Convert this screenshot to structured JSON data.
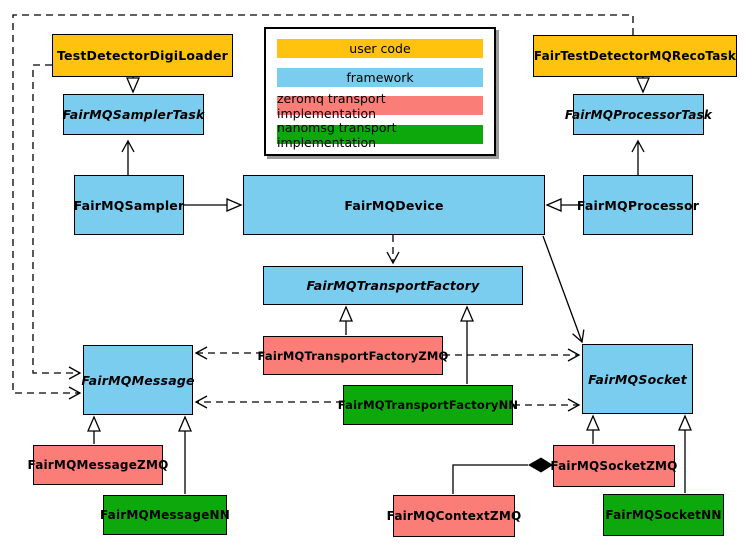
{
  "legend": {
    "items": [
      {
        "label": "user code",
        "color": "#ffc20e"
      },
      {
        "label": "framework",
        "color": "#7bcdf0"
      },
      {
        "label": "zeromq transport implementation",
        "color": "#fa7d78"
      },
      {
        "label": "nanomsg transport implementation",
        "color": "#0ca80c"
      }
    ]
  },
  "colors": {
    "user_code": "#ffc20e",
    "framework": "#7bcdf0",
    "zeromq": "#fa7d78",
    "nanomsg": "#0ca80c",
    "border": "#000000"
  },
  "nodes": {
    "testDetectorDigiLoader": {
      "label": "TestDetectorDigiLoader",
      "category": "user code"
    },
    "fairTestDetectorMQRecoTask": {
      "label": "FairTestDetectorMQRecoTask",
      "category": "user code"
    },
    "fairMQSamplerTask": {
      "label": "FairMQSamplerTask",
      "category": "framework",
      "abstract": true
    },
    "fairMQProcessorTask": {
      "label": "FairMQProcessorTask",
      "category": "framework",
      "abstract": true
    },
    "fairMQSampler": {
      "label": "FairMQSampler",
      "category": "framework"
    },
    "fairMQDevice": {
      "label": "FairMQDevice",
      "category": "framework"
    },
    "fairMQProcessor": {
      "label": "FairMQProcessor",
      "category": "framework"
    },
    "fairMQTransportFactory": {
      "label": "FairMQTransportFactory",
      "category": "framework",
      "abstract": true
    },
    "fairMQTransportFactoryZMQ": {
      "label": "FairMQTransportFactoryZMQ",
      "category": "zeromq"
    },
    "fairMQTransportFactoryNN": {
      "label": "FairMQTransportFactoryNN",
      "category": "nanomsg"
    },
    "fairMQMessage": {
      "label": "FairMQMessage",
      "category": "framework",
      "abstract": true
    },
    "fairMQSocket": {
      "label": "FairMQSocket",
      "category": "framework",
      "abstract": true
    },
    "fairMQMessageZMQ": {
      "label": "FairMQMessageZMQ",
      "category": "zeromq"
    },
    "fairMQMessageNN": {
      "label": "FairMQMessageNN",
      "category": "nanomsg"
    },
    "fairMQSocketZMQ": {
      "label": "FairMQSocketZMQ",
      "category": "zeromq"
    },
    "fairMQContextZMQ": {
      "label": "FairMQContextZMQ",
      "category": "zeromq"
    },
    "fairMQSocketNN": {
      "label": "FairMQSocketNN",
      "category": "nanomsg"
    }
  },
  "edges": [
    {
      "from": "TestDetectorDigiLoader",
      "to": "FairMQSamplerTask",
      "type": "inheritance"
    },
    {
      "from": "FairTestDetectorMQRecoTask",
      "to": "FairMQProcessorTask",
      "type": "inheritance"
    },
    {
      "from": "FairMQSampler",
      "to": "FairMQSamplerTask",
      "type": "association"
    },
    {
      "from": "FairMQProcessor",
      "to": "FairMQProcessorTask",
      "type": "association"
    },
    {
      "from": "FairMQSampler",
      "to": "FairMQDevice",
      "type": "inheritance"
    },
    {
      "from": "FairMQProcessor",
      "to": "FairMQDevice",
      "type": "inheritance"
    },
    {
      "from": "FairMQDevice",
      "to": "FairMQTransportFactory",
      "type": "dependency"
    },
    {
      "from": "FairMQDevice",
      "to": "FairMQSocket",
      "type": "association"
    },
    {
      "from": "FairMQTransportFactoryZMQ",
      "to": "FairMQTransportFactory",
      "type": "inheritance"
    },
    {
      "from": "FairMQTransportFactoryNN",
      "to": "FairMQTransportFactory",
      "type": "inheritance"
    },
    {
      "from": "FairMQTransportFactoryZMQ",
      "to": "FairMQMessage",
      "type": "dependency"
    },
    {
      "from": "FairMQTransportFactoryZMQ",
      "to": "FairMQSocket",
      "type": "dependency"
    },
    {
      "from": "FairMQTransportFactoryNN",
      "to": "FairMQMessage",
      "type": "dependency"
    },
    {
      "from": "FairMQTransportFactoryNN",
      "to": "FairMQSocket",
      "type": "dependency"
    },
    {
      "from": "TestDetectorDigiLoader",
      "to": "FairMQMessage",
      "type": "dependency"
    },
    {
      "from": "FairTestDetectorMQRecoTask",
      "to": "FairMQMessage",
      "type": "dependency"
    },
    {
      "from": "FairMQMessageZMQ",
      "to": "FairMQMessage",
      "type": "inheritance"
    },
    {
      "from": "FairMQMessageNN",
      "to": "FairMQMessage",
      "type": "inheritance"
    },
    {
      "from": "FairMQSocketZMQ",
      "to": "FairMQSocket",
      "type": "inheritance"
    },
    {
      "from": "FairMQSocketNN",
      "to": "FairMQSocket",
      "type": "inheritance"
    },
    {
      "from": "FairMQSocketZMQ",
      "to": "FairMQContextZMQ",
      "type": "composition"
    }
  ]
}
